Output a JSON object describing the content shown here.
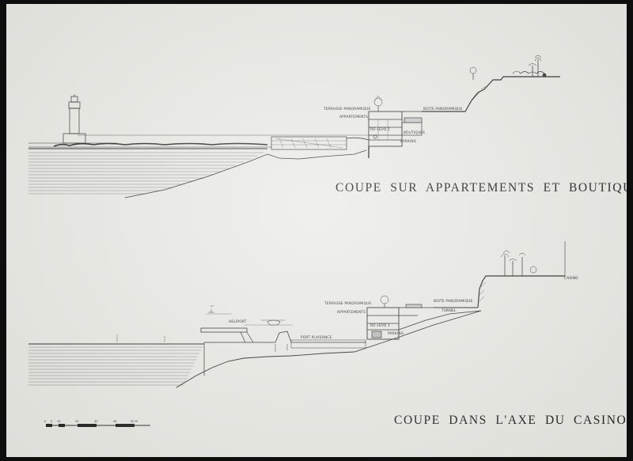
{
  "section_top": {
    "title": "COUPE SUR APPARTEMENTS ET BOUTIQUES",
    "labels": {
      "terrasse": "TERRASSE PANORAMIQUE",
      "appartements": "APPARTEMENTS",
      "boite": "BOITE PANORAMIQUE",
      "boutiques": "BOUTIQUES",
      "parking": "PARKING",
      "niveau": "RO LEVO 2"
    }
  },
  "section_bottom": {
    "title": "COUPE DANS L'AXE DU CASINO",
    "labels": {
      "terrasse": "TERRASSE PANORAMIQUE",
      "appartements": "APPARTEMENTS",
      "boite": "BOITE PANORAMIQUE",
      "tunnel": "TUNNEL",
      "casino": "CASINO",
      "heliport": "HELIPORT",
      "port": "PORT PLAISANCE",
      "parking": "PARKING",
      "niveau": "RO LEVO 2"
    }
  },
  "scale_bar": {
    "ticks": [
      "0",
      "5",
      "10",
      "20",
      "30",
      "40",
      "50 M"
    ]
  }
}
